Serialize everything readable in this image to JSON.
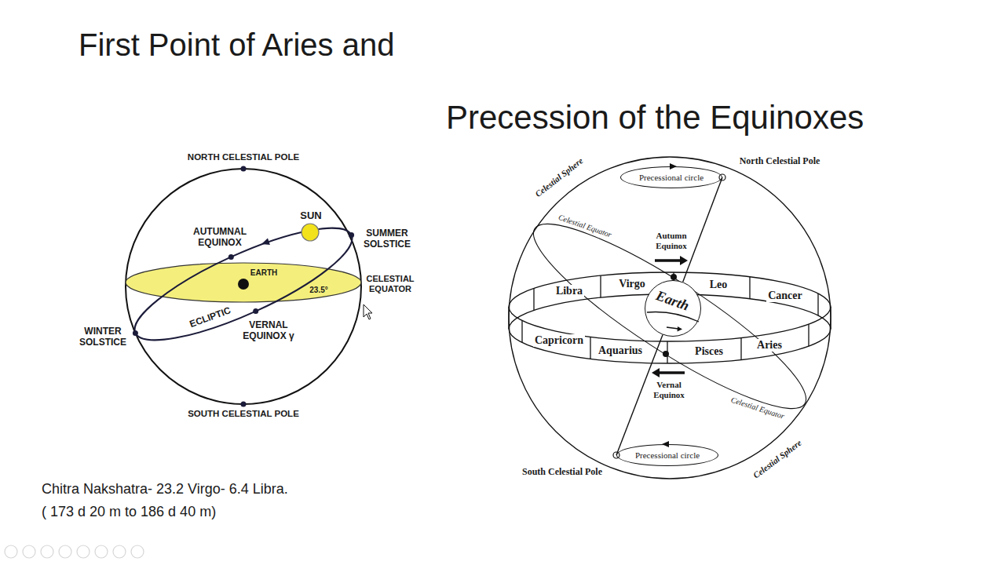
{
  "diagram": {
    "title": "First Point of Aries and",
    "nodes": [
      {
        "text": [
          "Precessional circle"
        ]
      },
      {
        "text": [
          "Libra"
        ]
      },
      {
        "text": [
          "Virgo"
        ]
      },
      {
        "text": [
          "Leo"
        ]
      },
      {
        "text": [
          "Cancer"
        ]
      },
      {
        "text": [
          "Earth"
        ]
      },
      {
        "text": [
          "Capricorn"
        ]
      },
      {
        "text": [
          "Aquarius"
        ]
      },
      {
        "text": [
          "Pisces"
        ]
      },
      {
        "text": [
          "Aries"
        ]
      },
      {
        "text": [
          "Precessional circle"
        ]
      }
    ],
    "edges": [
      {
        "from": 0,
        "to": 5,
        "arrow": "none"
      },
      {
        "from": 5,
        "to": 10,
        "arrow": "none"
      }
    ],
    "labels": [
      "Precession of the Equinoxes",
      "NORTH CELESTIAL POLE",
      "SUN",
      "AUTUMNAL EQUINOX",
      "SUMMER SOLSTICE",
      "EARTH",
      "CELESTIAL EQUATOR",
      "23.5°",
      "ECLIPTIC",
      "VERNAL EQUINOX γ",
      "WINTER SOLSTICE",
      "SOUTH CELESTIAL POLE",
      "Celestial Sphere",
      "North Celestial Pole",
      "Celestial Equator",
      "Autumn Equinox",
      "Vernal Equinox",
      "Celestial Equator",
      "Celestial Sphere",
      "South Celestial Pole",
      "Chitra Nakshatra- 23.2 Virgo- 6.4 Libra.",
      "( 173 d 20 m to 186 d 40 m)"
    ]
  }
}
